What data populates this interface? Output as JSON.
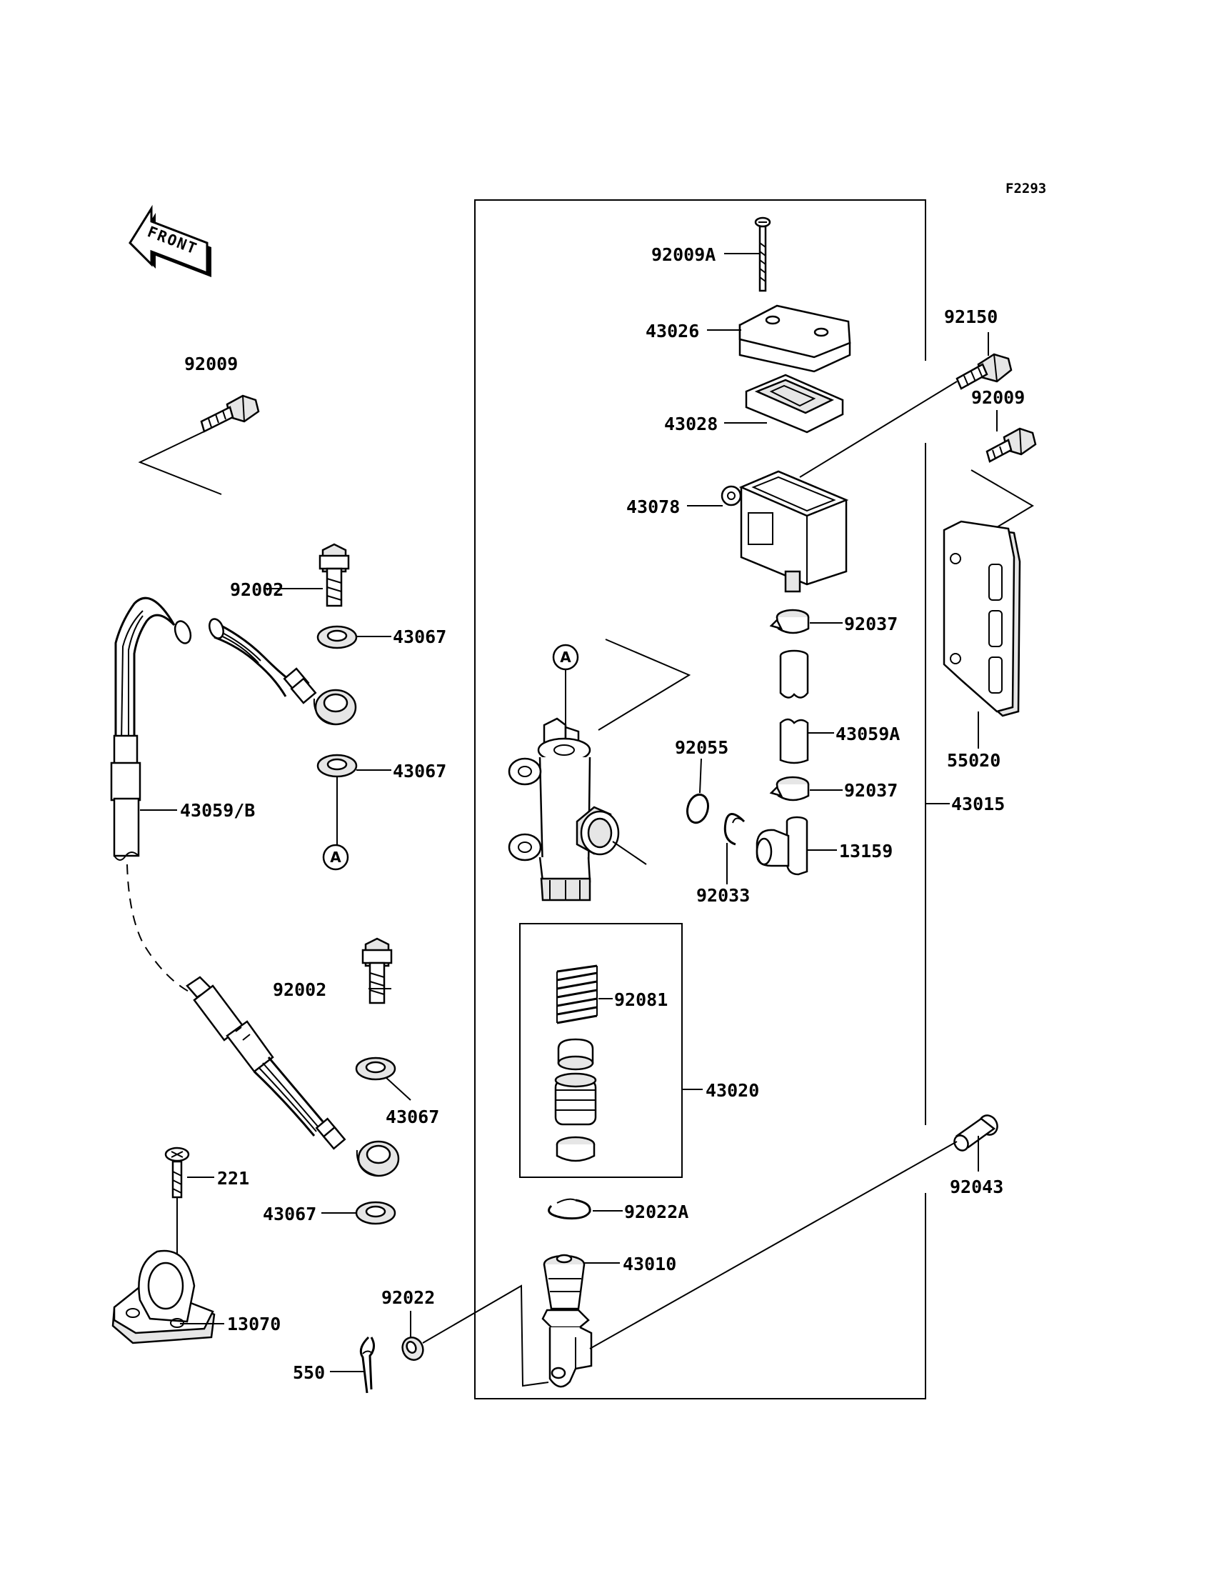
{
  "figure_code": "F2293",
  "front_label": "FRONT",
  "ref_marker": "A",
  "parts": {
    "p92009A": "92009A",
    "p43026": "43026",
    "p43028": "43028",
    "p43078": "43078",
    "p92150": "92150",
    "p92009_right": "92009",
    "p92009_left": "92009",
    "p92002_top": "92002",
    "p43067_1": "43067",
    "p43067_2": "43067",
    "p43059B": "43059/B",
    "p92037_top": "92037",
    "p43059A": "43059A",
    "p92037_bottom": "92037",
    "p92055": "92055",
    "p13159": "13159",
    "p92033": "92033",
    "p55020": "55020",
    "p43015": "43015",
    "p92081": "92081",
    "p92002_bottom": "92002",
    "p43067_3": "43067",
    "p43020": "43020",
    "p221": "221",
    "p43067_4": "43067",
    "p92043": "92043",
    "p92022A": "92022A",
    "p43010": "43010",
    "p92022": "92022",
    "p13070": "13070",
    "p550": "550"
  }
}
